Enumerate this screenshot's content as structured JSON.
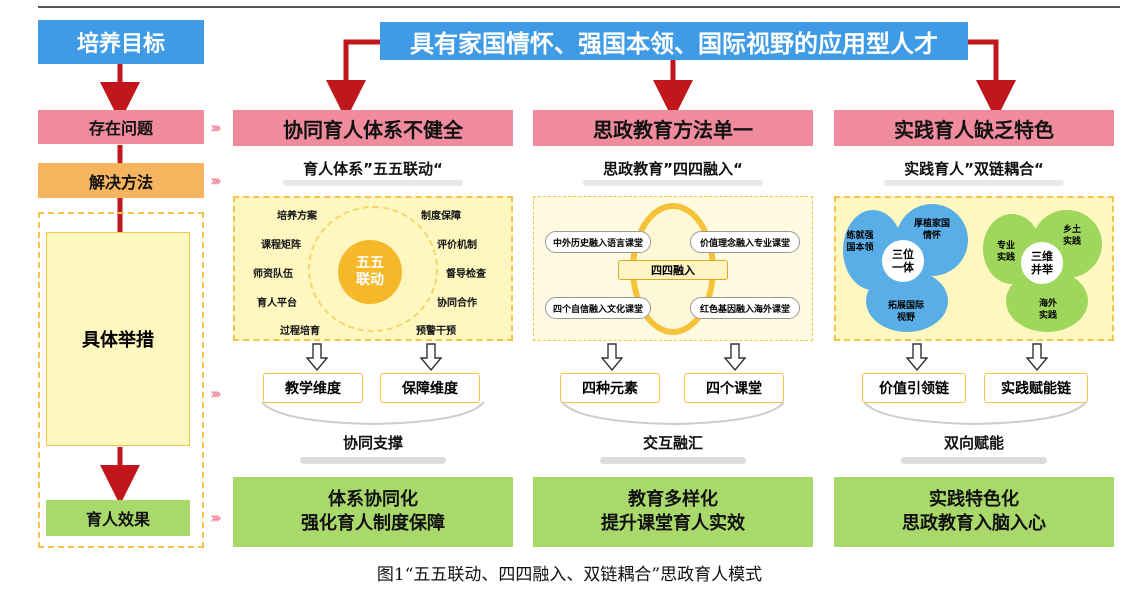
{
  "left": {
    "goal_label": "培养目标",
    "problem_label": "存在问题",
    "method_label": "解决方法",
    "measures_label": "具体举措",
    "effect_label": "育人效果"
  },
  "goal_banner": "具有家国情怀、强国本领、国际视野的应用型人才",
  "columns": [
    {
      "problem": "协同育人体系不健全",
      "method": "育人体系”五五联动“",
      "center": "五五联动",
      "left_items": [
        "培养方案",
        "课程矩阵",
        "师资队伍",
        "育人平台",
        "过程培育"
      ],
      "right_items": [
        "制度保障",
        "评价机制",
        "督导检查",
        "协同合作",
        "预警干预"
      ],
      "dims": [
        "教学维度",
        "保障维度"
      ],
      "merge": "协同支撑",
      "effect": [
        "体系协同化",
        "强化育人制度保障"
      ]
    },
    {
      "problem": "思政教育方法单一",
      "method": "思政教育”四四融入“",
      "center": "四四融入",
      "ovals": [
        "中外历史融入语言课堂",
        "价值理念融入专业课堂",
        "四个自信融入文化课堂",
        "红色基因融入海外课堂"
      ],
      "dims": [
        "四种元素",
        "四个课堂"
      ],
      "merge": "交互融汇",
      "effect": [
        "教育多样化",
        "提升课堂育人实效"
      ]
    },
    {
      "problem": "实践育人缺乏特色",
      "method": "实践育人”双链耦合“",
      "blue_petals": [
        "练就强国本领",
        "厚植家国情怀",
        "拓展国际视野"
      ],
      "blue_center": "三位一体",
      "green_petals": [
        "专业实践",
        "乡土实践",
        "海外实践"
      ],
      "green_center": "三维并举",
      "dims": [
        "价值引领链",
        "实践赋能链"
      ],
      "merge": "双向赋能",
      "effect": [
        "实践特色化",
        "思政教育入脑入心"
      ]
    }
  ],
  "caption": "图1“五五联动、四四融入、双链耦合”思政育人模式",
  "colors": {
    "blue": "#3f9be6",
    "pink": "#f08a9d",
    "orange": "#f6b45e",
    "green": "#a9d96a",
    "yellow": "#f6b829",
    "dark_red": "#c0161c"
  }
}
